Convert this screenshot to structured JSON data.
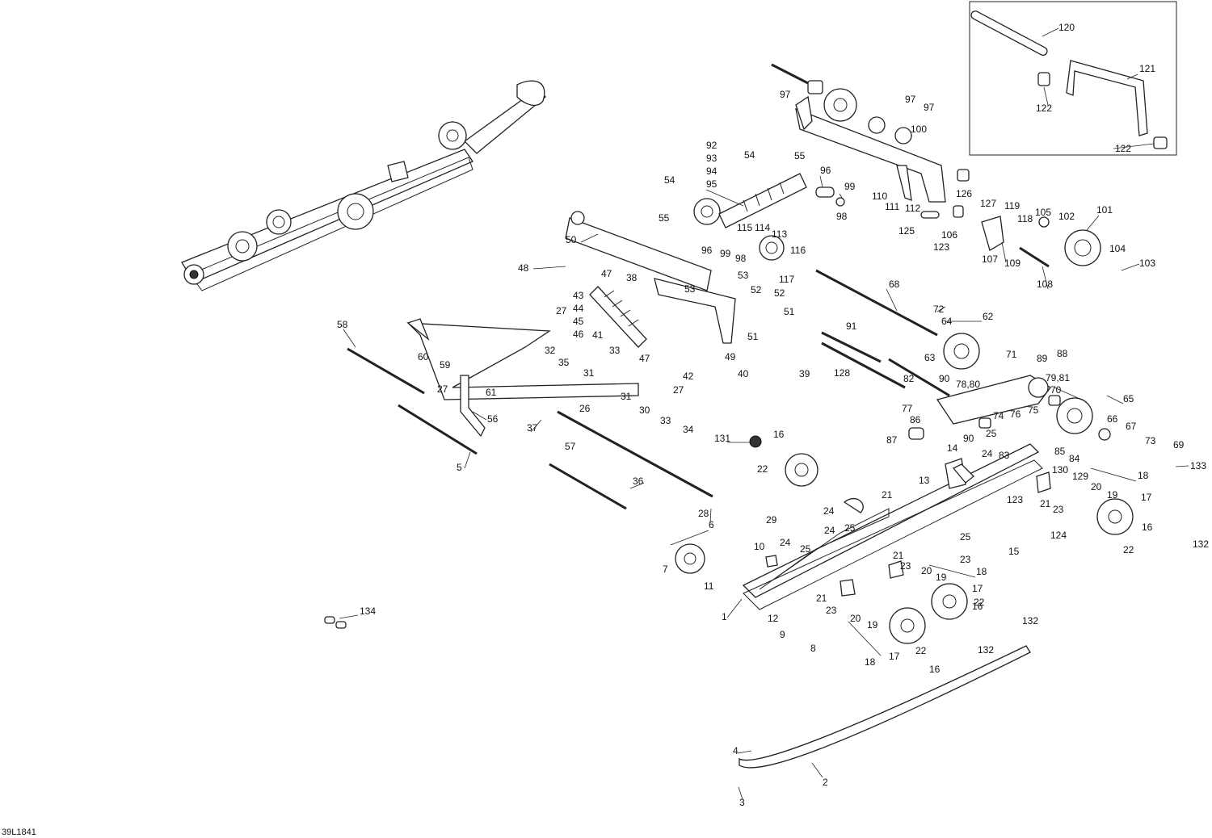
{
  "diagram": {
    "reference_code": "39L1841",
    "callouts": [
      "1",
      "2",
      "3",
      "4",
      "5",
      "6",
      "7",
      "8",
      "9",
      "10",
      "11",
      "12",
      "13",
      "14",
      "15",
      "16",
      "17",
      "18",
      "19",
      "20",
      "21",
      "22",
      "23",
      "24",
      "25",
      "26",
      "27",
      "28",
      "29",
      "30",
      "31",
      "32",
      "33",
      "34",
      "35",
      "36",
      "37",
      "38",
      "39",
      "40",
      "41",
      "42",
      "43",
      "44",
      "45",
      "46",
      "47",
      "48",
      "49",
      "50",
      "51",
      "52",
      "53",
      "54",
      "55",
      "56",
      "57",
      "58",
      "59",
      "60",
      "61",
      "62",
      "63",
      "64",
      "65",
      "66",
      "67",
      "68",
      "69",
      "70",
      "71",
      "72",
      "73",
      "74",
      "75",
      "76",
      "77",
      "78,80",
      "79,81",
      "82",
      "83",
      "84",
      "85",
      "86",
      "87",
      "88",
      "89",
      "90",
      "91",
      "92",
      "93",
      "94",
      "95",
      "96",
      "97",
      "98",
      "99",
      "100",
      "101",
      "102",
      "103",
      "104",
      "105",
      "106",
      "107",
      "108",
      "109",
      "110",
      "111",
      "112",
      "113",
      "114",
      "115",
      "116",
      "117",
      "118",
      "119",
      "120",
      "121",
      "122",
      "123",
      "124",
      "125",
      "126",
      "127",
      "128",
      "129",
      "130",
      "131",
      "132",
      "133",
      "134"
    ]
  }
}
